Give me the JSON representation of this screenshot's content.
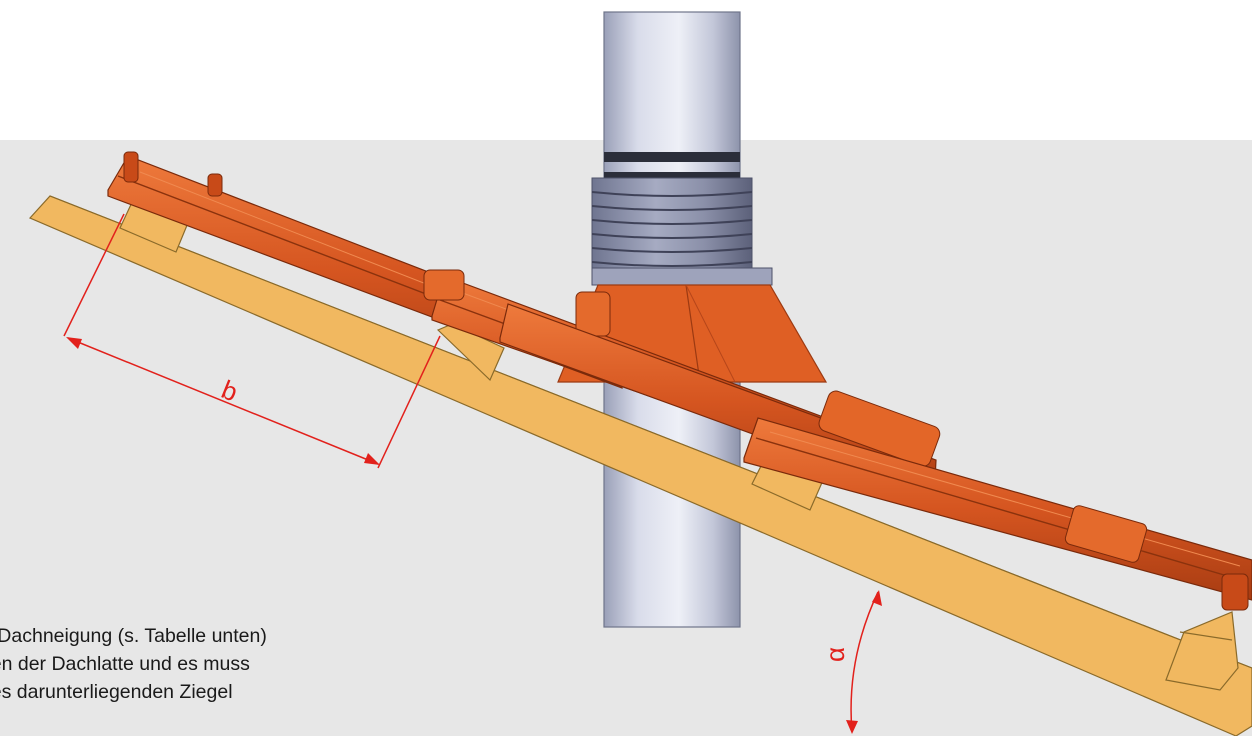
{
  "figure": {
    "labels": {
      "spacing": "b",
      "angle": "α"
    },
    "colors": {
      "background_band": "#e7e7e7",
      "batten_wood": "#f1b860",
      "tile_orange": "#d85a22",
      "pipe_steel": "#c7cbdc",
      "dimension_red": "#e2211c"
    }
  },
  "caption": {
    "line1": "ender Dachneigung (s. Tabelle unten)",
    "line2": "sklinken der Dachlatte und es muss",
    "line3": "ung des darunterliegenden Ziegel"
  }
}
